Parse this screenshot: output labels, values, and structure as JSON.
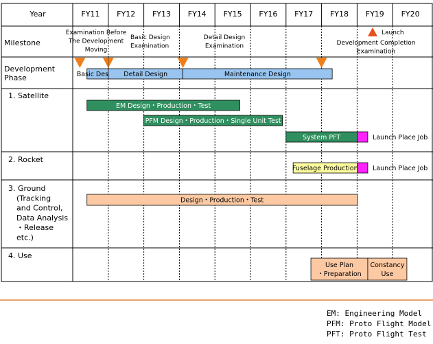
{
  "header": {
    "year_label": "Year",
    "years": [
      "FY11",
      "FY12",
      "FY13",
      "FY14",
      "FY15",
      "FY16",
      "FY17",
      "FY18",
      "FY19",
      "FY20"
    ]
  },
  "rows": {
    "milestone": "Milestone",
    "development_phase": [
      "Development",
      "Phase"
    ],
    "satellite": "1. Satellite",
    "rocket": "2. Rocket",
    "ground": [
      "3. Ground",
      "(Tracking",
      "and Control,",
      "Data Analysis",
      "・Release",
      "etc.)"
    ],
    "use": "4. Use"
  },
  "milestones": [
    {
      "label": [
        "Examination Before",
        "The Development",
        "Moving"
      ],
      "at_fiscal_year": 11.2,
      "color": "#f07f1b"
    },
    {
      "label": [
        "Basic Design",
        "Examination"
      ],
      "at_fiscal_year": 12.0,
      "color": "#f07f1b"
    },
    {
      "label": [
        "Detail Design",
        "Examination"
      ],
      "at_fiscal_year": 14.1,
      "color": "#f07f1b"
    },
    {
      "label": [
        "Development Completion",
        "Examination"
      ],
      "at_fiscal_year": 18.0,
      "color": "#f07f1b"
    },
    {
      "label": [
        "Launch"
      ],
      "at_fiscal_year": 19.0,
      "color": "#e8511e"
    }
  ],
  "bars": {
    "phases": [
      {
        "label": "Basic Design",
        "from": 11.4,
        "to": 12.0,
        "color": "#98c4ef"
      },
      {
        "label": "Detail Design",
        "from": 12.0,
        "to": 14.1,
        "color": "#98c4ef"
      },
      {
        "label": "Maintenance Design",
        "from": 14.1,
        "to": 18.3,
        "color": "#98c4ef"
      }
    ],
    "satellite": [
      {
        "label": "EM Design・Production・Test",
        "from": 11.4,
        "to": 15.7,
        "color": "#2f8f5f",
        "text_color": "#ffffff"
      },
      {
        "label": "PFM Design・Production・Single Unit Test",
        "from": 13.0,
        "to": 16.9,
        "color": "#2f8f5f",
        "text_color": "#ffffff"
      },
      {
        "label": "System PFT",
        "from": 17.0,
        "to": 19.0,
        "color": "#2f8f5f",
        "text_color": "#ffffff"
      },
      {
        "label": "",
        "from": 19.0,
        "to": 19.3,
        "color": "#ff24ff",
        "text_color": "#000000"
      }
    ],
    "rocket": [
      {
        "label": "Fuselage Production",
        "from": 17.2,
        "to": 19.0,
        "color": "#ffffa0",
        "text_color": "#000000"
      },
      {
        "label": "",
        "from": 19.0,
        "to": 19.3,
        "color": "#ff24ff",
        "text_color": "#000000"
      }
    ],
    "ground": [
      {
        "label": "Design・Production・Test",
        "from": 11.4,
        "to": 19.0,
        "color": "#fdc9a3",
        "text_color": "#000000"
      }
    ],
    "use": [
      {
        "label": [
          "Use Plan",
          "・Preparation"
        ],
        "from": 17.7,
        "to": 19.3,
        "color": "#fdc9a3",
        "text_color": "#000000"
      },
      {
        "label": [
          "Constancy",
          "Use"
        ],
        "from": 19.3,
        "to": 20.4,
        "color": "#fdc9a3",
        "text_color": "#000000"
      }
    ]
  },
  "side_labels": {
    "satellite_launch": "Launch Place Job",
    "rocket_launch": "Launch Place Job"
  },
  "legend": [
    "EM: Engineering Model",
    "PFM: Proto Flight Model",
    "PFT: Proto Flight Test"
  ]
}
